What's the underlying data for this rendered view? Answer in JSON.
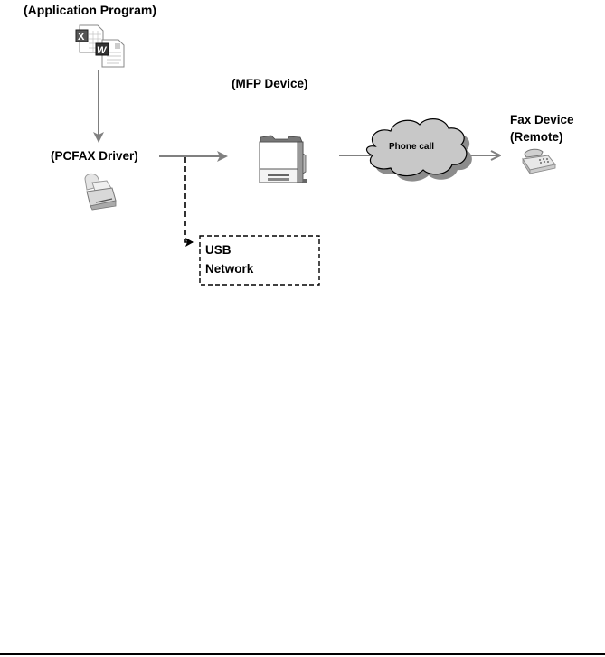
{
  "nodes": {
    "application": {
      "label": "(Application Program)",
      "icon": "office-documents-icon"
    },
    "driver": {
      "label": "(PCFAX Driver)",
      "icon": "printer-icon"
    },
    "mfp": {
      "label": "(MFP Device)",
      "icon": "mfp-device-icon"
    },
    "cloud": {
      "label": "Phone call",
      "icon": "cloud-icon"
    },
    "fax": {
      "label_line1": "Fax Device",
      "label_line2": "(Remote)",
      "icon": "fax-machine-icon"
    },
    "connection": {
      "line1": "USB",
      "line2": "Network"
    }
  },
  "colors": {
    "arrow": "#808080",
    "cloud_fill": "#c8c8c8",
    "cloud_shadow": "#8c8c8c",
    "text": "#000000"
  }
}
